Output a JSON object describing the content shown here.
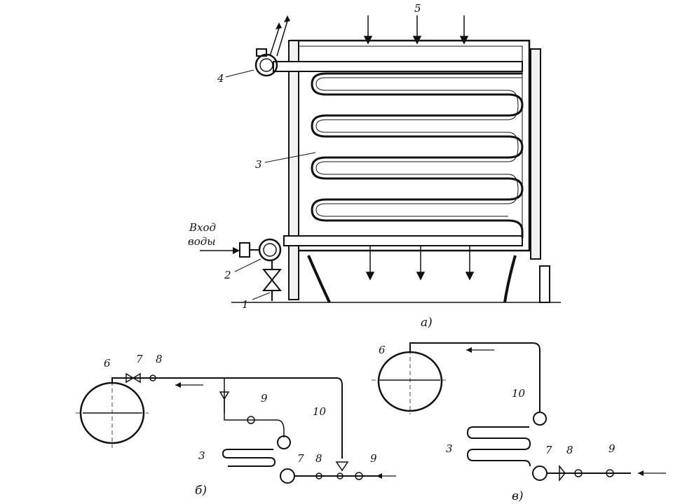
{
  "figure_a": {
    "labels": [
      "1",
      "2",
      "3",
      "4",
      "5"
    ],
    "inlet_label_line1": "Вход",
    "inlet_label_line2": "воды",
    "caption": "а)"
  },
  "figure_b": {
    "labels": [
      "6",
      "7",
      "8",
      "9",
      "10",
      "3",
      "7",
      "8",
      "9"
    ],
    "caption": "б)"
  },
  "figure_v": {
    "labels": [
      "6",
      "10",
      "3",
      "7",
      "8",
      "9"
    ],
    "caption": "в)"
  }
}
